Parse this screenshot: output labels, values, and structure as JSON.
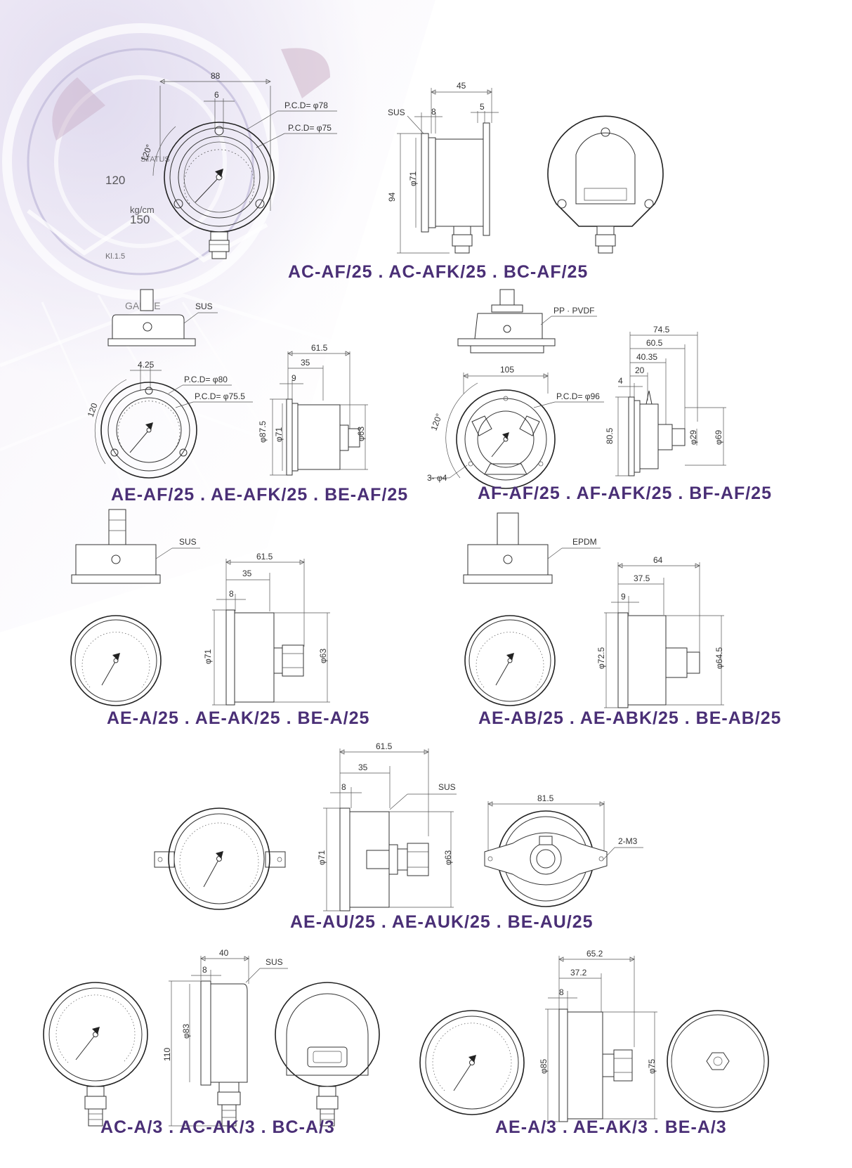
{
  "captions": {
    "c1": "AC-AF/25 . AC-AFK/25 . BC-AF/25",
    "c2": "AE-AF/25 . AE-AFK/25 . BE-AF/25",
    "c3": "AF-AF/25 . AF-AFK/25 . BF-AF/25",
    "c4": "AE-A/25 . AE-AK/25 . BE-A/25",
    "c5": "AE-AB/25 . AE-ABK/25 . BE-AB/25",
    "c6": "AE-AU/25 . AE-AUK/25 . BE-AU/25",
    "c7": "AC-A/3 . AC-AK/3 . BC-A/3",
    "c8": "AE-A/3 . AE-AK/3 . BE-A/3"
  },
  "dims": {
    "d1_88": "88",
    "d1_6": "6",
    "d1_pcd78": "P.C.D= φ78",
    "d1_pcd75": "P.C.D= φ75",
    "d1_120": "120°",
    "d1_45": "45",
    "d1_sus": "SUS",
    "d1_8": "8",
    "d1_5": "5",
    "d1_94": "94",
    "d1_71": "φ71",
    "d2_sus": "SUS",
    "d2_425": "4.25",
    "d2_pcd80": "P.C.D= φ80",
    "d2_pcd755": "P.C.D= φ75.5",
    "d2_120": "120",
    "d2_615": "61.5",
    "d2_35": "35",
    "d2_9": "9",
    "d2_875": "φ87.5",
    "d2_71": "φ71",
    "d2_63": "φ63",
    "d3_pp": "PP · PVDF",
    "d3_105": "105",
    "d3_pcd96": "P.C.D= φ96",
    "d3_120": "120°",
    "d3_holes": "3- φ4",
    "d3_745": "74.5",
    "d3_605": "60.5",
    "d3_4035": "40.35",
    "d3_20": "20",
    "d3_4": "4",
    "d3_805": "80.5",
    "d3_29": "φ29",
    "d3_69": "φ69",
    "d4_sus": "SUS",
    "d4_615": "61.5",
    "d4_35": "35",
    "d4_8": "8",
    "d4_71": "φ71",
    "d4_63": "φ63",
    "d5_epdm": "EPDM",
    "d5_64": "64",
    "d5_375": "37.5",
    "d5_9": "9",
    "d5_725": "φ72.5",
    "d5_645": "φ64.5",
    "d6_615": "61.5",
    "d6_35": "35",
    "d6_8": "8",
    "d6_sus": "SUS",
    "d6_71": "φ71",
    "d6_63": "φ63",
    "d6_815": "81.5",
    "d6_m3": "2-M3",
    "d7_40": "40",
    "d7_8": "8",
    "d7_sus": "SUS",
    "d7_110": "110",
    "d7_83": "φ83",
    "d8_652": "65.2",
    "d8_372": "37.2",
    "d8_8": "8",
    "d8_85": "φ85",
    "d8_75": "φ75"
  },
  "background": {
    "dial_numbers": [
      "120",
      "150"
    ],
    "dial_unit": "kg/cm",
    "dial_class": "Kl.1.5",
    "dial_text": "STATUS",
    "brand": "GAUGE"
  },
  "colors": {
    "caption": "#4a2f76",
    "line": "#333333",
    "background_tint": "#d8d4ea"
  }
}
